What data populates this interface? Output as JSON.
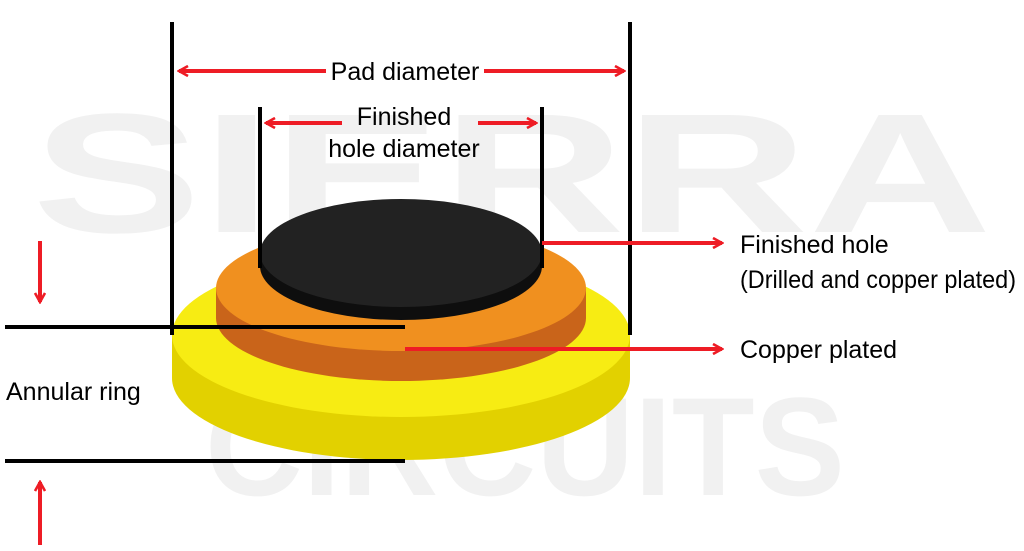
{
  "watermark": {
    "line1": "SIERRA",
    "line2": "CIRCUITS",
    "color": "#f1f1f1"
  },
  "labels": {
    "pad_diameter": "Pad diameter",
    "finished_hole_diameter_line1": "Finished",
    "finished_hole_diameter_line2": "hole diameter",
    "finished_hole_line1": "Finished hole",
    "finished_hole_line2": "(Drilled and copper plated)",
    "copper_plated": "Copper plated",
    "annular_ring": "Annular ring"
  },
  "colors": {
    "arrow": "#ee1c25",
    "pad": "#f7ec13",
    "pad_side": "#e2d100",
    "copper": "#f0901f",
    "copper_side": "#c9641a",
    "hole": "#222222",
    "hole_side": "#0e0e0e",
    "line": "#000000"
  }
}
